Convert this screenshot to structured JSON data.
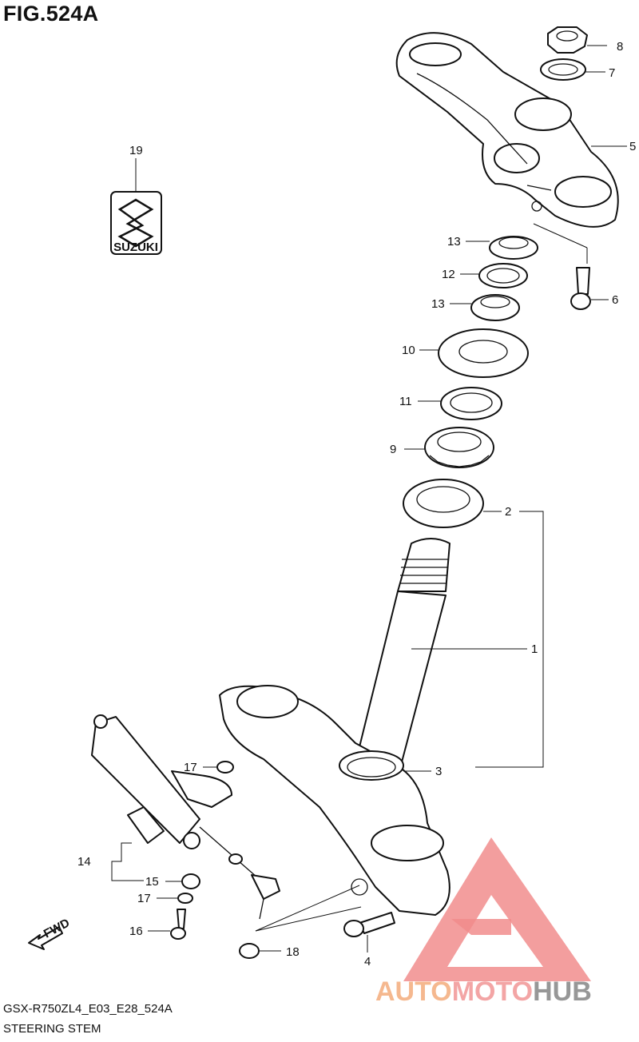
{
  "figure": {
    "title": "FIG.524A",
    "model_code": "GSX-R750ZL4_E03_E28_524A",
    "assembly_name": "STEERING STEM"
  },
  "callouts": [
    "1",
    "2",
    "3",
    "4",
    "5",
    "6",
    "7",
    "8",
    "9",
    "10",
    "11",
    "12",
    "13",
    "13",
    "14",
    "15",
    "16",
    "17",
    "17",
    "18",
    "19"
  ],
  "emblem": {
    "text": "SUZUKI"
  },
  "direction_arrow": {
    "text": "FWD"
  },
  "watermark": {
    "part1": "AUTO",
    "part2": "MOTO",
    "part3": "HUB",
    "colors": {
      "auto": "#f4b183",
      "moto": "#f29c9c",
      "hub": "#8c8c8c",
      "triangle": "#f08080"
    }
  }
}
